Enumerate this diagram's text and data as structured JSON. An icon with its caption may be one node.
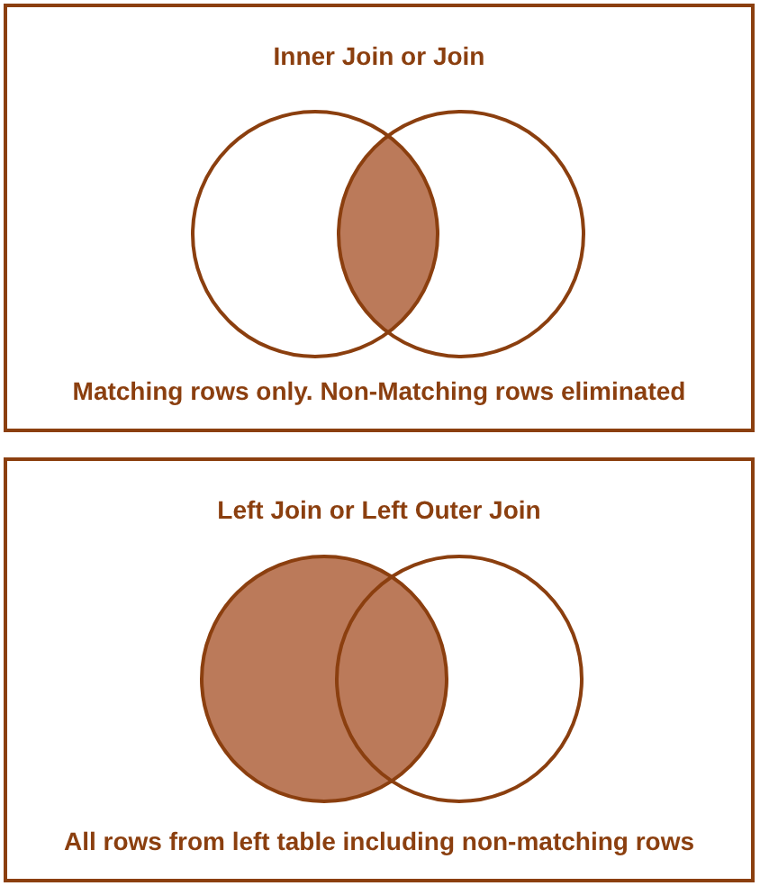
{
  "diagram": {
    "nodes": [
      {
        "text": [
          "Inner Join or Join",
          "Matching rows only. Non-Matching rows eliminated"
        ]
      },
      {
        "text": [
          "Left Join or Left Outer Join",
          "All rows from left table including non-matching rows"
        ]
      }
    ]
  }
}
